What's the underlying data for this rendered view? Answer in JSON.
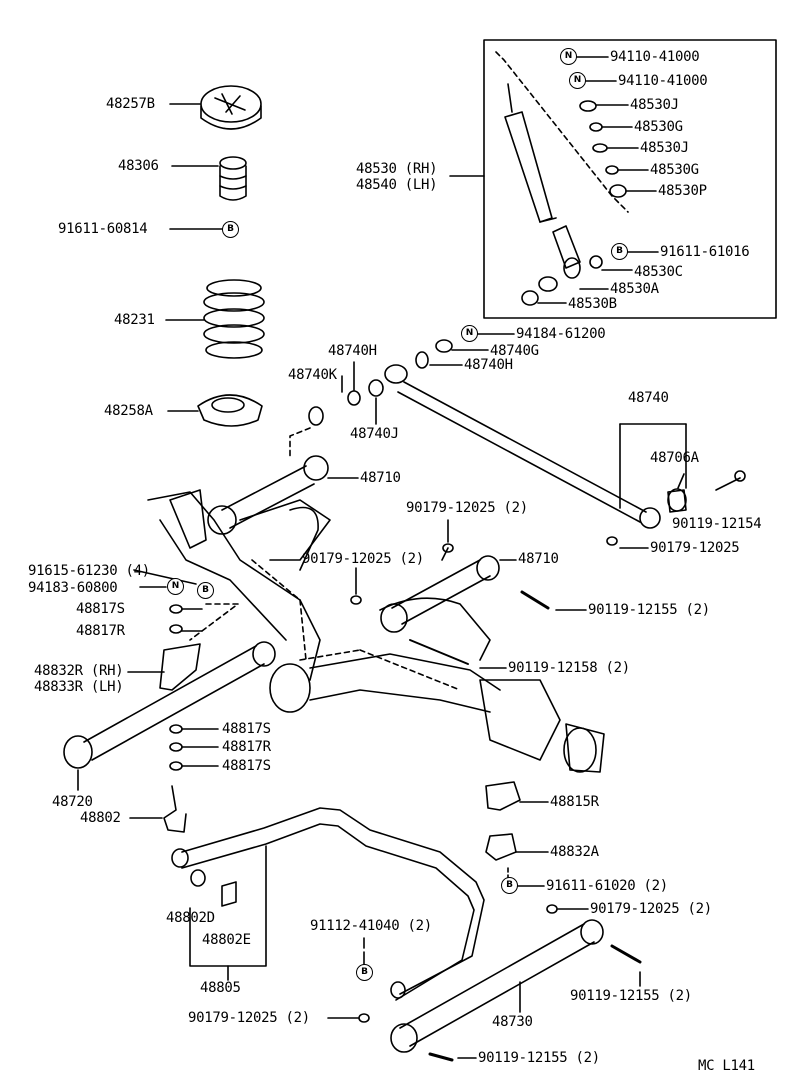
{
  "labels": {
    "p48257B": "48257B",
    "p48306": "48306",
    "p91611_60814": "91611-60814",
    "p48231": "48231",
    "p48258A": "48258A",
    "p48530rh": "48530 (RH)",
    "p48540lh": "48540 (LH)",
    "p94110a": "94110-41000",
    "p94110b": "94110-41000",
    "p48530J_1": "48530J",
    "p48530G_1": "48530G",
    "p48530J_2": "48530J",
    "p48530G_2": "48530G",
    "p48530P": "48530P",
    "p91611_61016": "91611-61016",
    "p48530C": "48530C",
    "p48530A": "48530A",
    "p48530B": "48530B",
    "p94184_61200": "94184-61200",
    "p48740H_a": "48740H",
    "p48740G": "48740G",
    "p48740H_b": "48740H",
    "p48740K": "48740K",
    "p48740J": "48740J",
    "p48740": "48740",
    "p48706A": "48706A",
    "p90119_12154": "90119-12154",
    "p90179_12025_a": "90179-12025",
    "p48710_a": "48710",
    "p90179_12025_2a": "90179-12025 (2)",
    "p90179_12025_2b": "90179-12025 (2)",
    "p48710_b": "48710",
    "p91615_61230": "91615-61230 (4)",
    "p94183_60800": "94183-60800",
    "p48817S_a": "48817S",
    "p48817R_a": "48817R",
    "p90119_12155_a": "90119-12155 (2)",
    "p90119_12158": "90119-12158 (2)",
    "p48832R": "48832R (RH)",
    "p48833R": "48833R (LH)",
    "p48817S_b": "48817S",
    "p48817R_b": "48817R",
    "p48817S_c": "48817S",
    "p48720": "48720",
    "p48802": "48802",
    "p48815R": "48815R",
    "p48832A": "48832A",
    "p91611_61020": "91611-61020 (2)",
    "p90179_12025_2c": "90179-12025 (2)",
    "p48802D": "48802D",
    "p48802E": "48802E",
    "p91112_41040": "91112-41040 (2)",
    "p48805": "48805",
    "p90179_12025_2d": "90179-12025 (2)",
    "p48730": "48730",
    "p90119_12155_b": "90119-12155 (2)",
    "p90119_12155_c": "90119-12155 (2)",
    "footer": "MC  L141"
  },
  "symbols": {
    "b": "B",
    "n": "N"
  }
}
